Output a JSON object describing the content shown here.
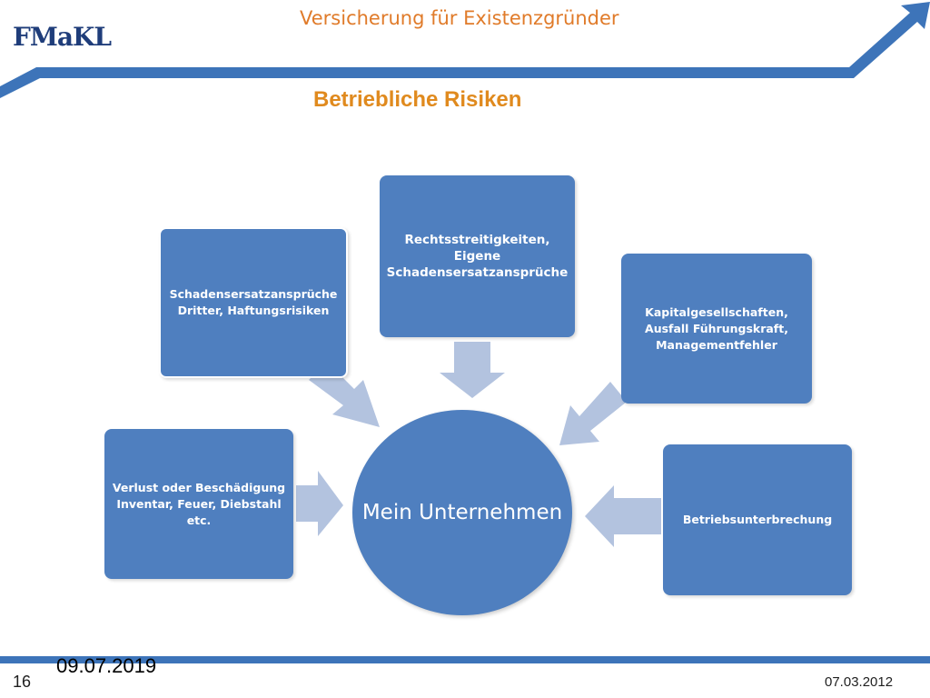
{
  "header": {
    "title": "Versicherung für Existenzgründer",
    "logo_text": "FMaKL"
  },
  "slide": {
    "title": "Betriebliche Risiken"
  },
  "diagram": {
    "center": "Mein Unternehmen",
    "nodes": [
      {
        "label": "Schadensersatzansprüche Dritter, Haftungsrisiken"
      },
      {
        "label": "Rechtsstreitigkeiten, Eigene Schadensersatzansprüche"
      },
      {
        "label": "Kapitalgesellschaften, Ausfall Führungskraft, Managementfehler"
      },
      {
        "label": "Verlust oder Beschädigung Inventar, Feuer, Diebstahl etc."
      },
      {
        "label": "Betriebsunterbrechung"
      }
    ]
  },
  "footer": {
    "page_number": "16",
    "date_left": "09.07.2019",
    "date_right": "07.03.2012"
  },
  "colors": {
    "box": "#4f7fbf",
    "arrow": "#b3c3df",
    "title_orange": "#e08a1e",
    "bar_blue": "#3d74b9"
  }
}
